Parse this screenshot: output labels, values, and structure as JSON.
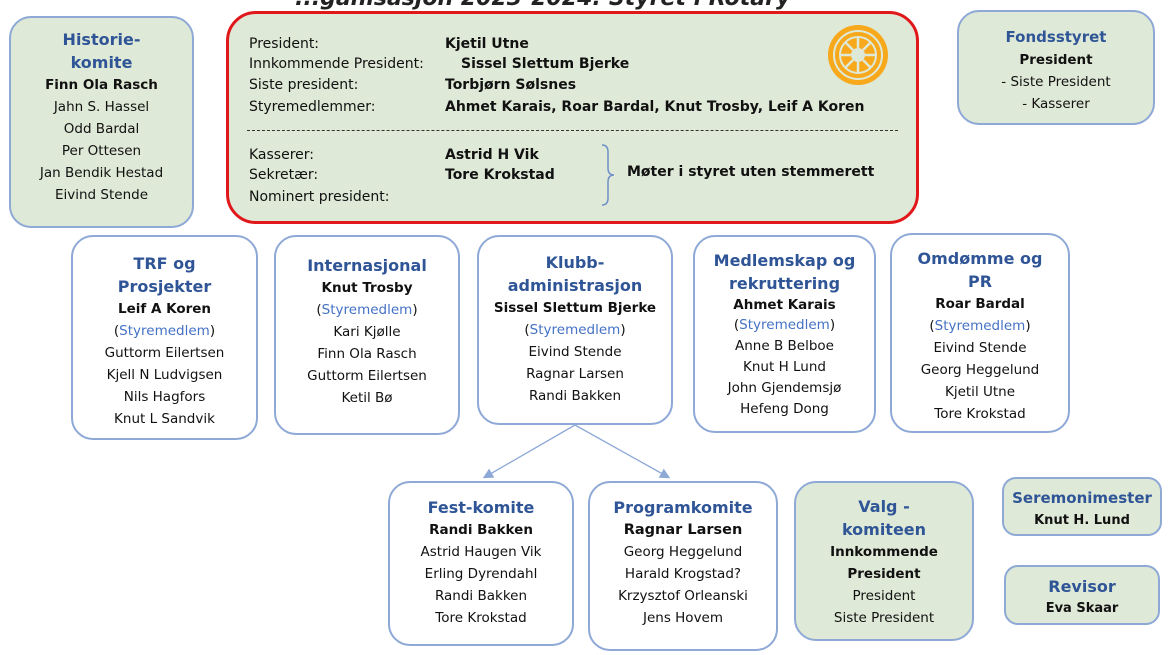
{
  "header_cut": "...ganisasjon 2023-2024: Styret i Rotary",
  "board": {
    "rows": [
      {
        "label": "President:",
        "value": "Kjetil Utne"
      },
      {
        "label": "Innkommende President:",
        "value": "Sissel Slettum Bjerke"
      },
      {
        "label": "Siste president:",
        "value": "Torbjørn Sølsnes"
      },
      {
        "label": "Styremedlemmer:",
        "value": "Ahmet Karais, Roar Bardal, Knut Trosby,  Leif A Koren"
      }
    ],
    "rows2": [
      {
        "label": "Kasserer:",
        "value": "Astrid H Vik"
      },
      {
        "label": "Sekretær:",
        "value": "Tore Krokstad"
      },
      {
        "label": "Nominert president:",
        "value": ""
      }
    ],
    "note": "Møter i styret uten stemmerett",
    "accent": "#e0181b",
    "fill": "#dfe9d7"
  },
  "historie": {
    "title1": "Historie-",
    "title2": "komite",
    "lead": "Finn Ola Rasch",
    "members": [
      "Jahn S. Hassel",
      "Odd Bardal",
      "Per Ottesen",
      "Jan Bendik Hestad",
      "Eivind Stende"
    ]
  },
  "fondsstyret": {
    "title": "Fondsstyret",
    "lead": "President",
    "members": [
      "- Siste President",
      "- Kasserer"
    ]
  },
  "trf": {
    "title1": "TRF og",
    "title2": "Prosjekter",
    "lead": "Leif A Koren",
    "styr": "Styremedlem",
    "members": [
      "Guttorm Eilertsen",
      "Kjell N Ludvigsen",
      "Nils Hagfors",
      "Knut L Sandvik"
    ]
  },
  "internasjonal": {
    "title": "Internasjonal",
    "lead": "Knut Trosby",
    "styr": "Styremedlem",
    "members": [
      "Kari Kjølle",
      "Finn Ola Rasch",
      "Guttorm Eilertsen",
      "Ketil Bø"
    ]
  },
  "klubb": {
    "title1": "Klubb-",
    "title2": "administrasjon",
    "lead": "Sissel Slettum Bjerke",
    "styr": "Styremedlem",
    "members": [
      "Eivind Stende",
      "Ragnar Larsen",
      "Randi Bakken"
    ]
  },
  "medlemskap": {
    "title1": "Medlemskap og",
    "title2": "rekruttering",
    "lead": "Ahmet Karais",
    "styr": "Styremedlem",
    "members": [
      "Anne B Belboe",
      "Knut H Lund",
      "John Gjendemsjø",
      "Hefeng Dong"
    ]
  },
  "omdomme": {
    "title1": "Omdømme og",
    "title2": "PR",
    "lead": "Roar Bardal",
    "styr": "Styremedlem",
    "members": [
      "Eivind Stende",
      "Georg Heggelund",
      "Kjetil Utne",
      "Tore Krokstad"
    ]
  },
  "fest": {
    "title": "Fest-komite",
    "lead": "Randi Bakken",
    "members": [
      "Astrid Haugen Vik",
      "Erling Dyrendahl",
      "Randi Bakken",
      "Tore Krokstad"
    ]
  },
  "program": {
    "title": "Programkomite",
    "lead": "Ragnar Larsen",
    "members": [
      "Georg Heggelund",
      "Harald Krogstad?",
      "Krzysztof Orleanski",
      "Jens Hovem"
    ]
  },
  "valg": {
    "title1": "Valg -",
    "title2": "komiteen",
    "lead1": "Innkommende",
    "lead2": "President",
    "members": [
      "President",
      "Siste President"
    ]
  },
  "seremoni": {
    "title": "Seremonimester",
    "lead": "Knut H. Lund"
  },
  "revisor": {
    "title": "Revisor",
    "lead": "Eva Skaar"
  },
  "colors": {
    "title_blue": "#2f5597",
    "styr_blue": "#4472c4",
    "box_border": "#8ea9d6",
    "green_fill": "#dfe9d7"
  }
}
